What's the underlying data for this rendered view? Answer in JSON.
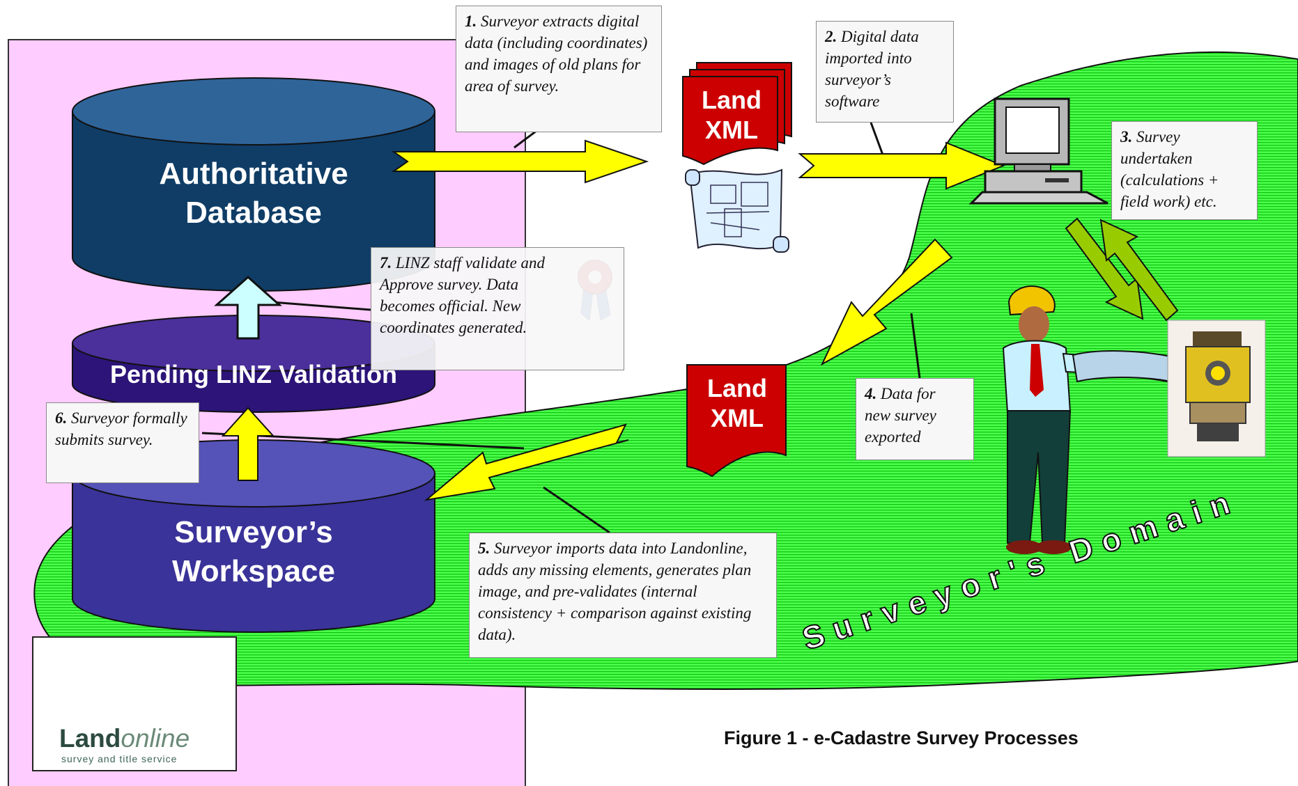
{
  "databases": {
    "authoritative": "Authoritative Database",
    "pending": "Pending LINZ Validation",
    "workspace": "Surveyor’s Workspace"
  },
  "landxml": {
    "top": "Land XML",
    "bottom": "Land XML"
  },
  "steps": [
    {
      "num": "1.",
      "text": "Surveyor extracts digital data (including coordinates) and images of old plans for area of survey."
    },
    {
      "num": "2.",
      "text": "Digital data imported into surveyor’s software"
    },
    {
      "num": "3.",
      "text": "Survey undertaken (calculations + field work) etc."
    },
    {
      "num": "4.",
      "text": "Data for new survey exported"
    },
    {
      "num": "5.",
      "text": "Surveyor imports data into Landonline, adds any missing elements, generates plan image, and pre-validates (internal consistency + comparison against existing data)."
    },
    {
      "num": "6.",
      "text": "Surveyor formally submits survey."
    },
    {
      "num": "7.",
      "text": "LINZ staff validate and Approve survey. Data becomes official. New coordinates generated."
    }
  ],
  "domain_label": "Surveyor's Domain",
  "caption": "Figure 1 - e-Cadastre Survey Processes",
  "logo": {
    "brand_bold": "Land",
    "brand_italic": "online",
    "tagline": "survey and title service"
  },
  "colors": {
    "pink_zone": "#ffccff",
    "green_domain": "#33ff33",
    "db_authoritative": "#0f3d66",
    "db_pending": "#2c1478",
    "db_workspace": "#3a3399",
    "arrow_yellow": "#ffff00",
    "landxml_red": "#cc0000"
  }
}
